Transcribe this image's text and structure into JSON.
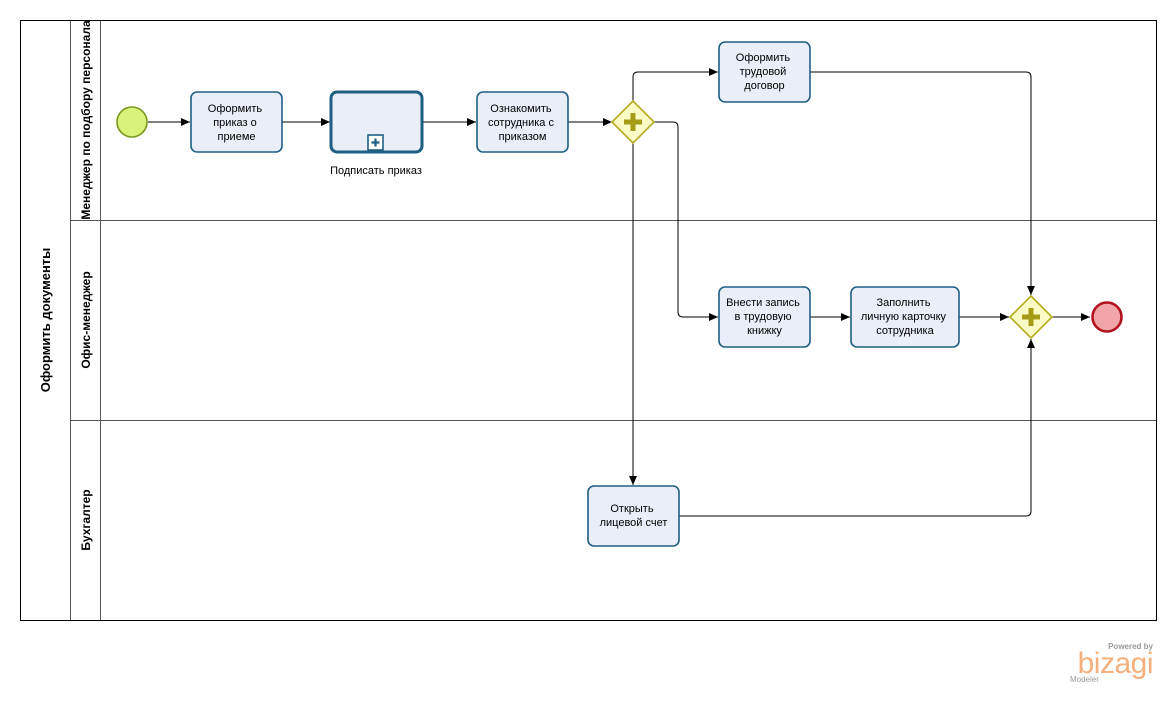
{
  "pool": {
    "title": "Оформить документы"
  },
  "lanes": [
    {
      "title": "Менеджер по подбору персонала"
    },
    {
      "title": "Офис-менеджер"
    },
    {
      "title": "Бухгалтер"
    }
  ],
  "tasks": {
    "order": [
      "Оформить",
      "приказ о",
      "приеме"
    ],
    "sign": "Подписать приказ",
    "familiarize": [
      "Ознакомить",
      "сотрудника с",
      "приказом"
    ],
    "contract": [
      "Оформить",
      "трудовой",
      "договор"
    ],
    "workbook": [
      "Внести запись",
      "в трудовую",
      "книжку"
    ],
    "card": [
      "Заполнить",
      "личную карточку",
      "сотрудника"
    ],
    "account": [
      "Открыть",
      "лицевой счет"
    ]
  },
  "colors": {
    "start_fill": "#d9f27a",
    "start_stroke": "#7a9a1e",
    "end_fill": "#f2a5a8",
    "end_stroke": "#b2121e",
    "gateway_fill": "#fbfbc6",
    "gateway_stroke": "#b3a91d",
    "gateway_plus": "#a69b17",
    "task_fill": "#e9eef8",
    "task_stroke": "#1f5f82"
  },
  "watermark": {
    "powered": "Powered by",
    "brand": "bizagi",
    "product": "Modeler"
  }
}
